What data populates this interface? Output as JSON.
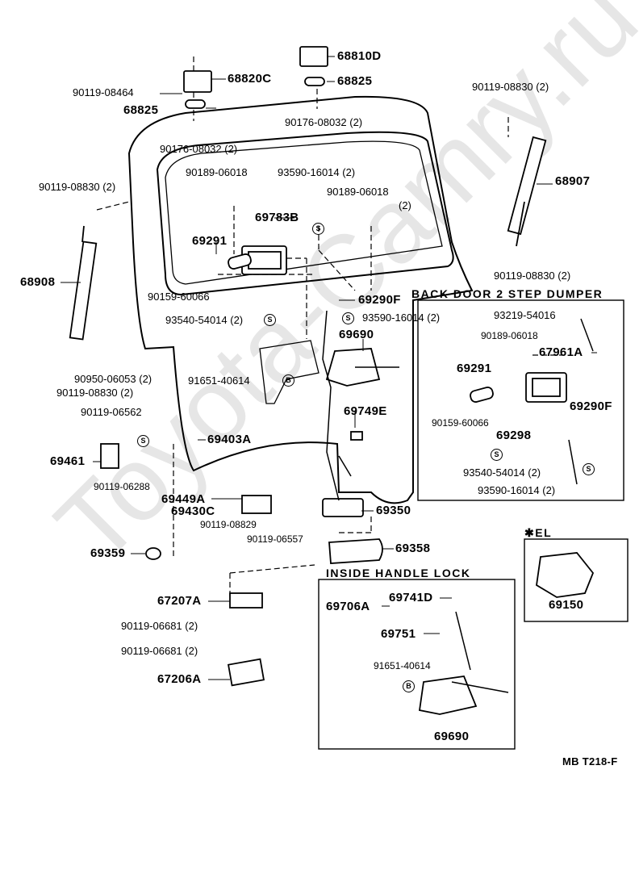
{
  "watermark": "Toyota-Camry.ru",
  "figure_code": "MB T218-F",
  "sections": {
    "dumper": "BACK DOOR 2 STEP DUMPER",
    "inside_lock": "INSIDE HANDLE LOCK",
    "el": "✱EL"
  },
  "symbols": {
    "s": "S",
    "b": "B"
  },
  "labels": {
    "p68810D": "68810D",
    "p68820C": "68820C",
    "p90119_08464": "90119-08464",
    "p68825a": "68825",
    "p68825b": "68825",
    "p90176_08032a": "90176-08032 (2)",
    "p90176_08032b": "90176-08032 (2)",
    "p90119_08830a": "90119-08830 (2)",
    "p68907": "68907",
    "p90119_08830b": "90119-08830 (2)",
    "p90119_08830c": "90119-08830 (2)",
    "p90119_08830d": "90119-08830 (2)",
    "p90189_06018a": "90189-06018",
    "p93590_16014a": "93590-16014 (2)",
    "p90189_06018b": "90189-06018",
    "p90189_06018b2": "(2)",
    "p69783B": "69783B",
    "p69291a": "69291",
    "p68908": "68908",
    "p90159_60066a": "90159-60066",
    "p69290Fa": "69290F",
    "p93540_54014a": "93540-54014 (2)",
    "p93590_16014b": "93590-16014 (2)",
    "p69690a": "69690",
    "p90950_06053": "90950-06053 (2)",
    "p91651_40614a": "91651-40614",
    "p90119_06562": "90119-06562",
    "p69749E": "69749E",
    "p69403A": "69403A",
    "p69461": "69461",
    "p90119_06288": "90119-06288",
    "p69449A": "69449A",
    "p69430C": "69430C",
    "p90119_08829": "90119-08829",
    "p69350": "69350",
    "p90119_06557": "90119-06557",
    "p69359": "69359",
    "p69358": "69358",
    "p67207A": "67207A",
    "p90119_06681a": "90119-06681 (2)",
    "p90119_06681b": "90119-06681 (2)",
    "p67206A": "67206A",
    "p93219_54016": "93219-54016",
    "p90189_06018c": "90189-06018",
    "p67961A": "67961A",
    "p69291b": "69291",
    "p90159_60066b": "90159-60066",
    "p69298": "69298",
    "p69290Fb": "69290F",
    "p93540_54014b": "93540-54014 (2)",
    "p93590_16014c": "93590-16014 (2)",
    "p69150": "69150",
    "p69706A": "69706A",
    "p69741D": "69741D",
    "p69751": "69751",
    "p91651_40614b": "91651-40614",
    "p69690b": "69690"
  }
}
